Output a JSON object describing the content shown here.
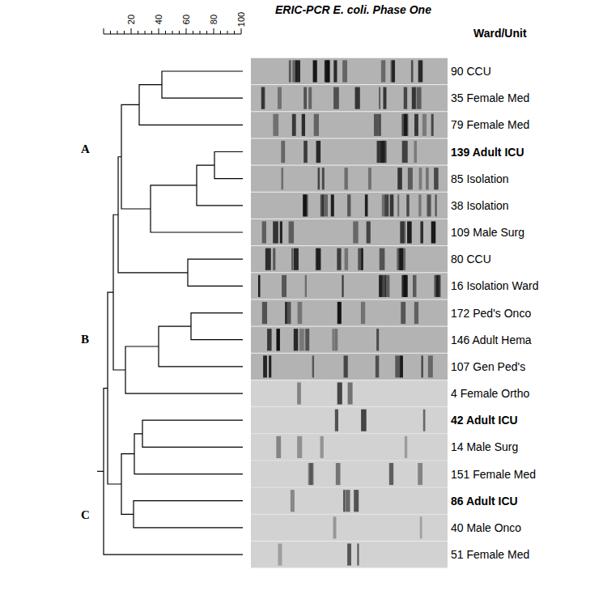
{
  "diagram": {
    "title": "ERIC-PCR E. coli. Phase One",
    "labels": [
      "Ward/Unit",
      "20",
      "40",
      "60",
      "80",
      "100",
      "A",
      "B",
      "C",
      "90 CCU",
      "35 Female Med",
      "79 Female Med",
      "139 Adult ICU",
      "85 Isolation",
      "38 Isolation",
      "109 Male Surg",
      "80 CCU",
      "16 Isolation Ward",
      "172 Ped's Onco",
      "146 Adult Hema",
      "107 Gen Ped's",
      "4 Female Ortho",
      "42 Adult ICU",
      "14 Male Surg",
      "151 Female Med",
      "86 Adult ICU",
      "40 Male Onco",
      "51 Female Med"
    ]
  }
}
